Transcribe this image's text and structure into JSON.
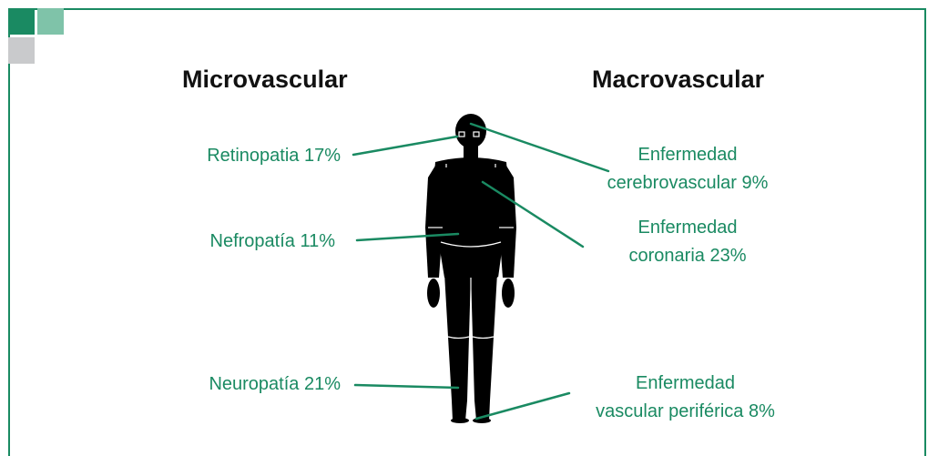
{
  "colors": {
    "accent": "#1a8a62",
    "square_primary": "#1a8a62",
    "square_light": "#7fc3a9",
    "square_grey": "#c9cacc",
    "figure": "#000000",
    "heading": "#111111"
  },
  "headings": {
    "micro": "Microvascular",
    "macro": "Macrovascular"
  },
  "micro": {
    "retinopatia": "Retinopatia 17%",
    "nefropatia": "Nefropatía 11%",
    "neuropatia": "Neuropatía 21%"
  },
  "macro": {
    "cerebro_1": "Enfermedad",
    "cerebro_2": "cerebrovascular 9%",
    "coronaria_1": "Enfermedad",
    "coronaria_2": "coronaria 23%",
    "periferica_1": "Enfermedad",
    "periferica_2": "vascular periférica 8%"
  }
}
